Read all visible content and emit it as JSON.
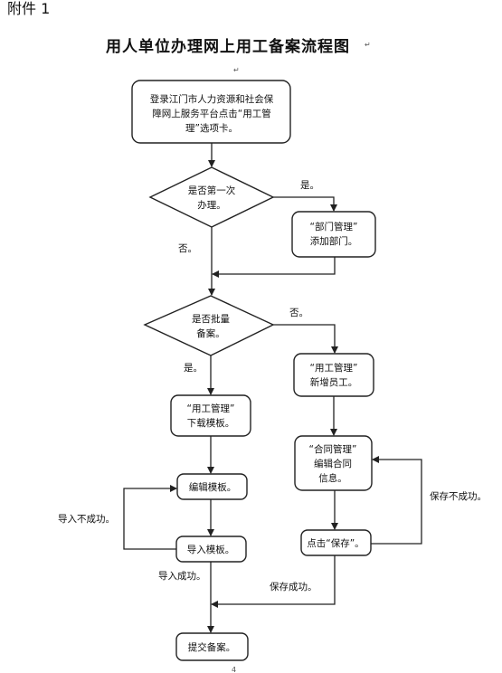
{
  "header": {
    "attachment": "附件 1",
    "title": "用人单位办理网上用工备案流程图"
  },
  "nodes": {
    "login": {
      "lines": [
        "登录江门市人力资源和社会保",
        "障网上服务平台点击“用工管",
        "理”选项卡。"
      ]
    },
    "first_time": {
      "lines": [
        "是否第一次",
        "办理。"
      ]
    },
    "add_dept": {
      "lines": [
        "“部门管理”",
        "添加部门。"
      ]
    },
    "batch": {
      "lines": [
        "是否批量",
        "备案。"
      ]
    },
    "download": {
      "lines": [
        "“用工管理”",
        "下载模板。"
      ]
    },
    "new_employee": {
      "lines": [
        "“用工管理”",
        "新增员工。"
      ]
    },
    "edit_template": {
      "lines": [
        "编辑模板。"
      ]
    },
    "contract": {
      "lines": [
        "“合同管理”",
        "编辑合同",
        "信息。"
      ]
    },
    "import": {
      "lines": [
        "导入模板。"
      ]
    },
    "click_save": {
      "lines": [
        "点击“保存”。"
      ]
    },
    "submit": {
      "lines": [
        "提交备案。"
      ]
    }
  },
  "edge_labels": {
    "yes_add_dept": "是。",
    "no_first_time": "否。",
    "no_batch": "否。",
    "yes_batch": "是。",
    "import_fail": "导入不成功。",
    "import_success": "导入成功。",
    "save_fail": "保存不成功。",
    "save_success": "保存成功。"
  },
  "page_number": "4"
}
